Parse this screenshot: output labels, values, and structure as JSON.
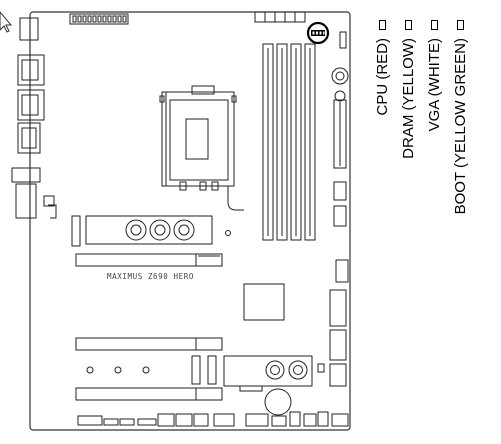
{
  "board_text": "MAXIMUS Z690 HERO",
  "leds": [
    {
      "label": "CPU (RED)"
    },
    {
      "label": "DRAM (YELLOW)"
    },
    {
      "label": "VGA (WHITE)"
    },
    {
      "label": "BOOT (YELLOW GREEN)"
    }
  ],
  "highlight_color": "#000000"
}
